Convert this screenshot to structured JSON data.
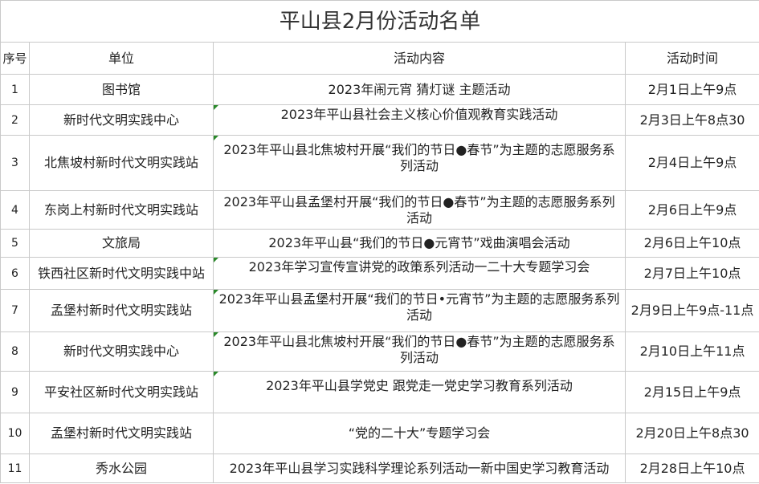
{
  "title": "平山县2月份活动名单",
  "headers": {
    "index": "序号",
    "unit": "单位",
    "content": "活动内容",
    "time": "活动时间"
  },
  "colors": {
    "indicator": "#2a8a2a",
    "grid": "#c9c9c9"
  },
  "rows": [
    {
      "index": "1",
      "unit": "图书馆",
      "content": "2023年闹元宵 猜灯谜 主题活动",
      "time": "2月1日上午9点",
      "flagged": false
    },
    {
      "index": "2",
      "unit": "新时代文明实践中心",
      "content": "2023年平山县社会主义核心价值观教育实践活动",
      "time": "2月3日上午8点30",
      "flagged": true
    },
    {
      "index": "3",
      "unit": "北焦坡村新时代文明实践站",
      "content": "2023年平山县北焦坡村开展“我们的节日●春节”为主题的志愿服务系列活动",
      "time": "2月4日上午9点",
      "flagged": true
    },
    {
      "index": "4",
      "unit": "东岗上村新时代文明实践站",
      "content": "2023年平山县孟堡村开展“我们的节日●春节”为主题的志愿服务系列活动",
      "time": "2月6日上午9点",
      "flagged": false
    },
    {
      "index": "5",
      "unit": "文旅局",
      "content": "2023年平山县“我们的节日●元宵节”戏曲演唱会活动",
      "time": "2月6日上午10点",
      "flagged": false
    },
    {
      "index": "6",
      "unit": "铁西社区新时代文明实践中站",
      "content": "2023年学习宣传宣讲党的政策系列活动一二十大专题学习会",
      "time": "2月7日上午10点",
      "flagged": true
    },
    {
      "index": "7",
      "unit": "孟堡村新时代文明实践站",
      "content": "2023年平山县孟堡村开展“我们的节日•元宵节”为主题的志愿服务系列活动",
      "time": "2月9日上午9点-11点",
      "flagged": true
    },
    {
      "index": "8",
      "unit": "新时代文明实践中心",
      "content": "2023年平山县北焦坡村开展“我们的节日●春节”为主题的志愿服务系列活动",
      "time": "2月10日上午11点",
      "flagged": true
    },
    {
      "index": "9",
      "unit": "平安社区新时代文明实践站",
      "content": "2023年平山县学党史 跟党走一党史学习教育系列活动",
      "time": "2月15日上午9点",
      "flagged": true
    },
    {
      "index": "10",
      "unit": "孟堡村新时代文明实践站",
      "content": "“党的二十大”专题学习会",
      "time": "2月20日上午8点30",
      "flagged": false
    },
    {
      "index": "11",
      "unit": "秀水公园",
      "content": "2023年平山县学习实践科学理论系列活动一新中国史学习教育活动",
      "time": "2月28日上午10点",
      "flagged": false
    }
  ]
}
